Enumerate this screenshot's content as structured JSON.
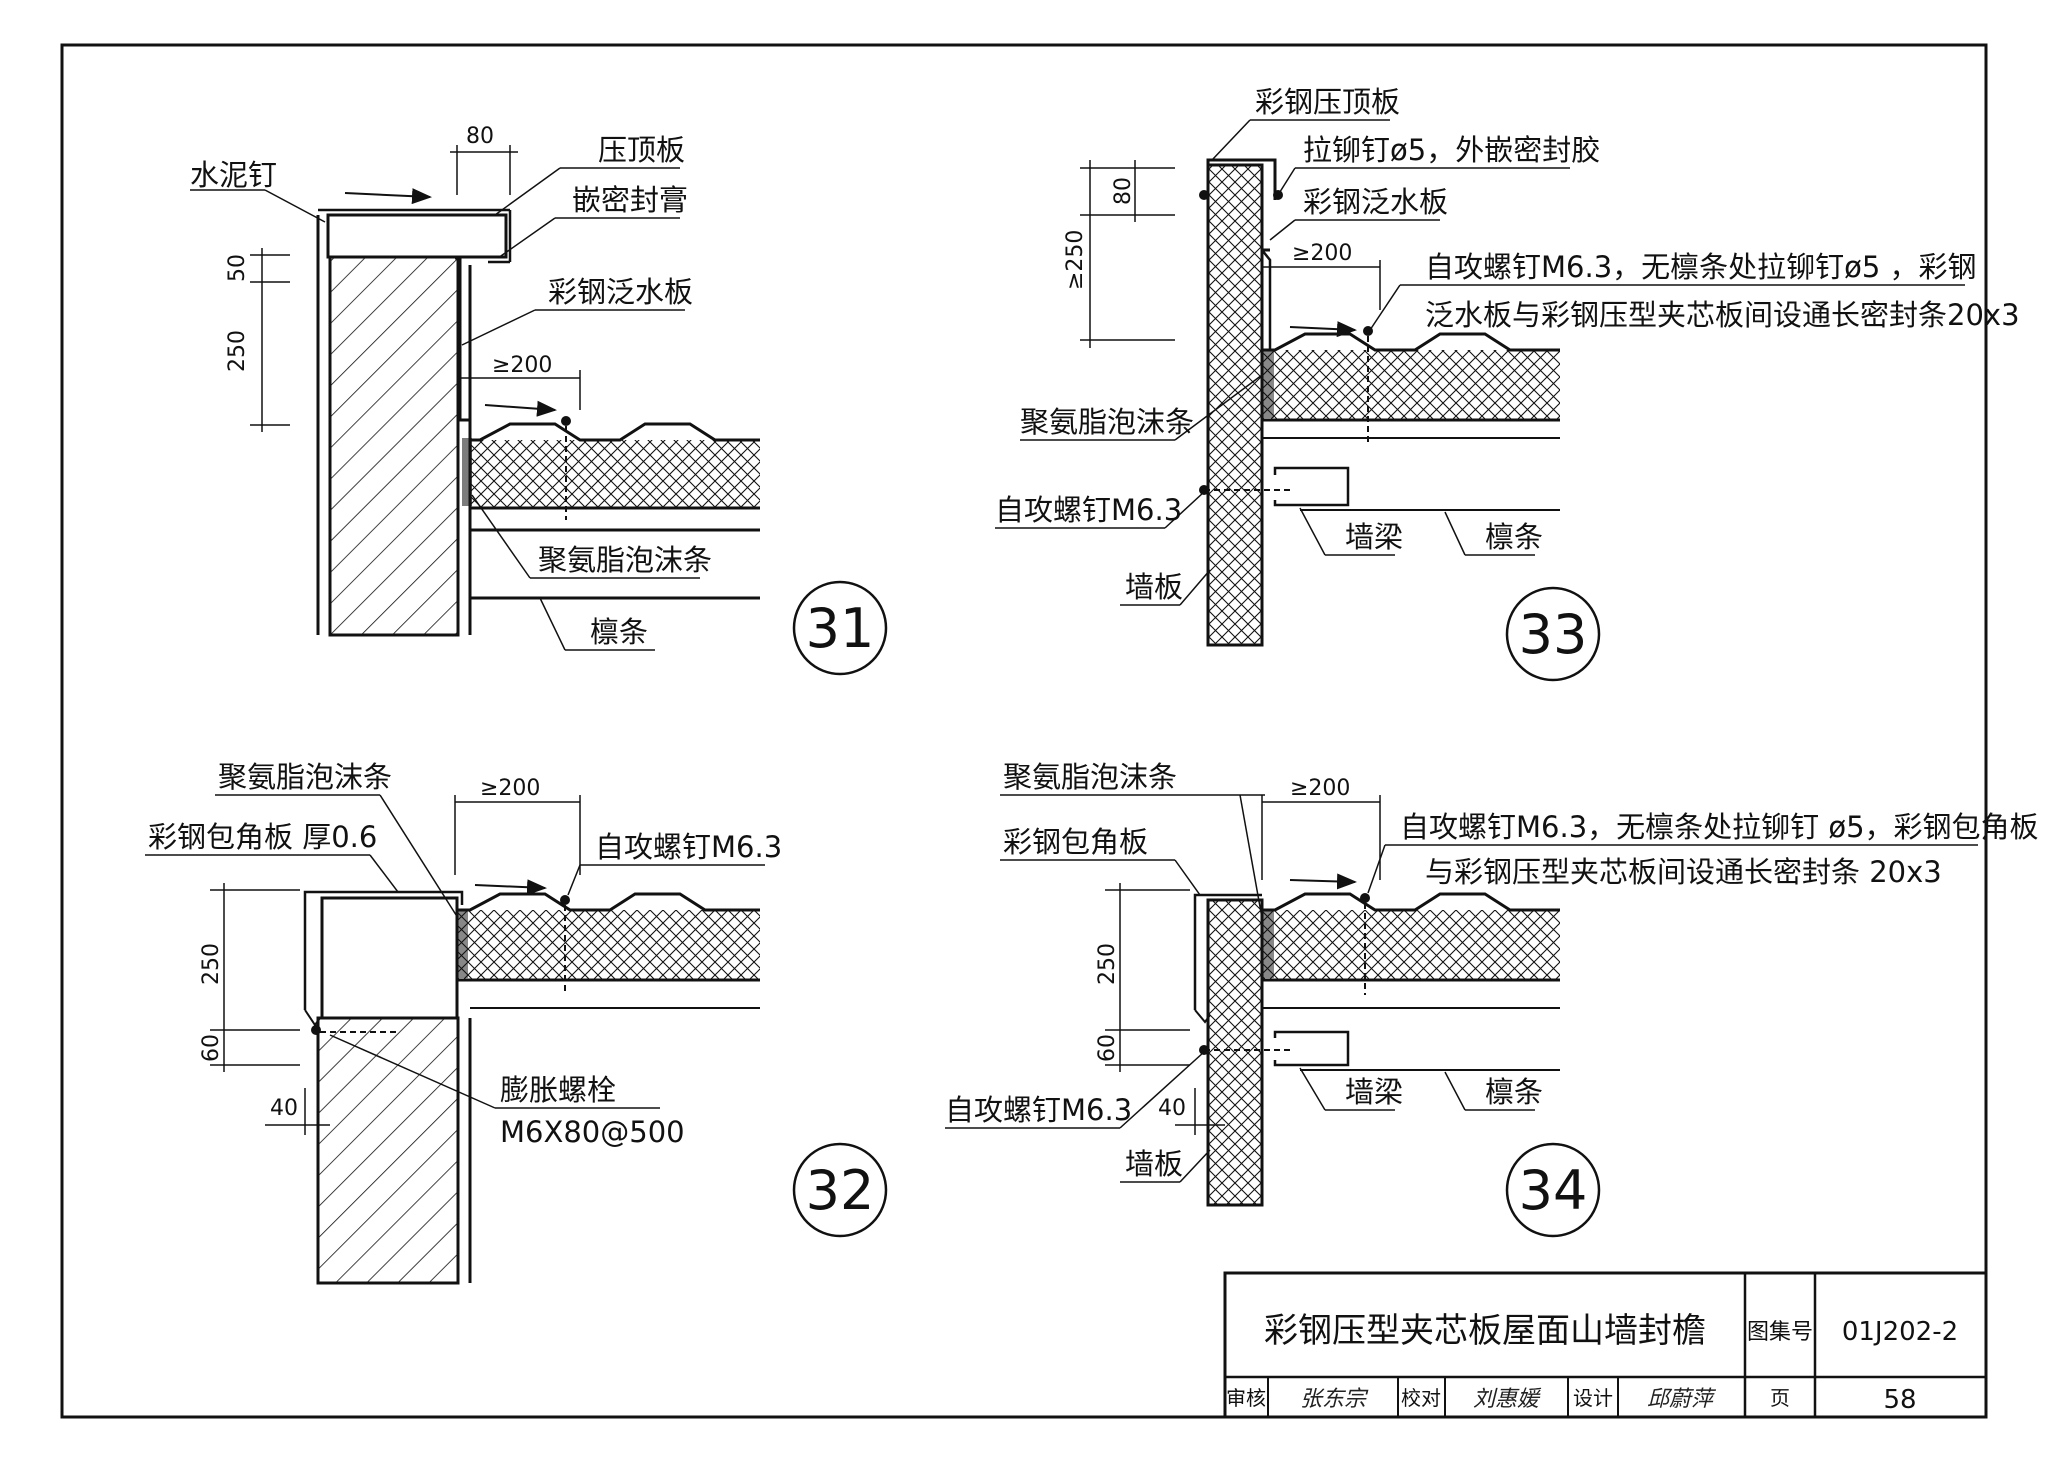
{
  "d31": {
    "number": "31",
    "label_cement_nail": "水泥钉",
    "label_coping": "压顶板",
    "label_sealant": "嵌密封膏",
    "label_flashing": "彩钢泛水板",
    "label_foam": "聚氨脂泡沫条",
    "label_purlin": "檩条",
    "dim_80": "80",
    "dim_50": "50",
    "dim_250": "250",
    "dim_200": "≥200"
  },
  "d32": {
    "number": "32",
    "label_foam": "聚氨脂泡沫条",
    "label_corner": "彩钢包角板  厚0.6",
    "label_screw": "自攻螺钉M6.3",
    "label_bolt": "膨胀螺栓",
    "label_bolt_spec": "M6X80@500",
    "dim_200": "≥200",
    "dim_250": "250",
    "dim_60": "60",
    "dim_40": "40"
  },
  "d33": {
    "number": "33",
    "label_coping": "彩钢压顶板",
    "label_rivet": "拉铆钉ø5，外嵌密封胶",
    "label_flashing": "彩钢泛水板",
    "label_screw_1": "自攻螺钉M6.3，无檩条处拉铆钉ø5  ，彩钢",
    "label_screw_2": "泛水板与彩钢压型夹芯板间设通长密封条20x3",
    "label_foam": "聚氨脂泡沫条",
    "label_screw_wall": "自攻螺钉M6.3",
    "label_wallbeam": "墙梁",
    "label_purlin": "檩条",
    "label_wallpanel": "墙板",
    "dim_80": "80",
    "dim_250": "≥250",
    "dim_200": "≥200"
  },
  "d34": {
    "number": "34",
    "label_foam": "聚氨脂泡沫条",
    "label_corner": "彩钢包角板",
    "label_screw_1": "自攻螺钉M6.3，无檩条处拉铆钉 ø5，彩钢包角板",
    "label_screw_2": "与彩钢压型夹芯板间设通长密封条  20x3",
    "label_screw_wall": "自攻螺钉M6.3",
    "label_wallbeam": "墙梁",
    "label_purlin": "檩条",
    "label_wallpanel": "墙板",
    "dim_200": "≥200",
    "dim_250": "250",
    "dim_60": "60",
    "dim_40": "40"
  },
  "title_block": {
    "title": "彩钢压型夹芯板屋面山墙封檐",
    "atlas_label": "图集号",
    "atlas_no": "01J202-2",
    "review_label": "审核",
    "review_sign": "张东宗",
    "check_label": "校对",
    "check_sign": "刘惠媛",
    "design_label": "设计",
    "design_sign": "邱蔚萍",
    "page_label": "页",
    "page_no": "58"
  }
}
